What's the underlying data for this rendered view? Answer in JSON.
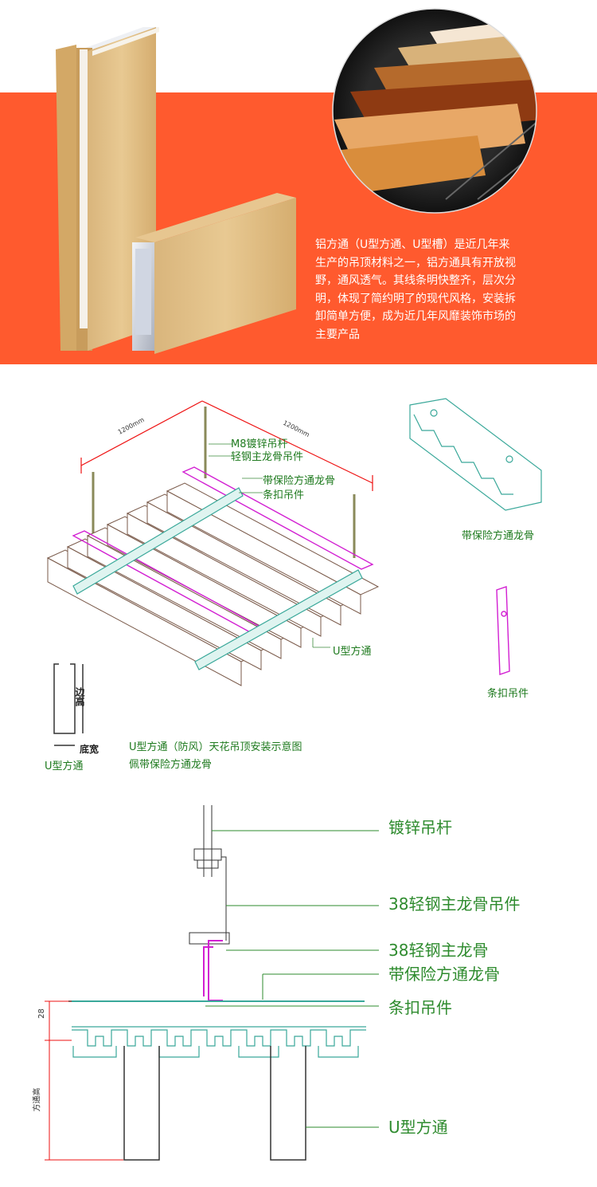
{
  "intro": {
    "lines": [
      "铝方通（U型方通、U型槽）是近几年来",
      "生产的吊顶材料之一，铝方通具有开放视",
      "野，通风透气。其线条明快整齐，层次分",
      "明，体现了简约明了的现代风格，安装拆",
      "卸简单方便，成为近几年风靡装饰市场的",
      "主要产品"
    ]
  },
  "iso_diagram": {
    "dim_left": "1200mm",
    "dim_right": "1200mm",
    "labels": {
      "rod": "M8镀锌吊杆",
      "hanger": "轻钢主龙骨吊件",
      "keel": "带保险方通龙骨",
      "clip": "条扣吊件",
      "tube": "U型方通"
    },
    "side_labels": {
      "keel": "带保险方通龙骨",
      "clip": "条扣吊件"
    },
    "profile": {
      "height": "边高",
      "width": "底宽",
      "name": "U型方通"
    },
    "caption": [
      "U型方通（防风）天花吊顶安装示意图",
      "佩带保险方通龙骨"
    ]
  },
  "section_diagram": {
    "labels": [
      "镀锌吊杆",
      "38轻钢主龙骨吊件",
      "38轻钢主龙骨",
      "带保险方通龙骨",
      "条扣吊件",
      "U型方通"
    ],
    "dim_top": "28",
    "dim_side": "方通高"
  },
  "colors": {
    "banner": "#ff5a2e",
    "label_green": "#2e8b2e",
    "keel_teal": "#3aa89a",
    "clip_magenta": "#d21fd2",
    "dim_red": "#e11"
  }
}
